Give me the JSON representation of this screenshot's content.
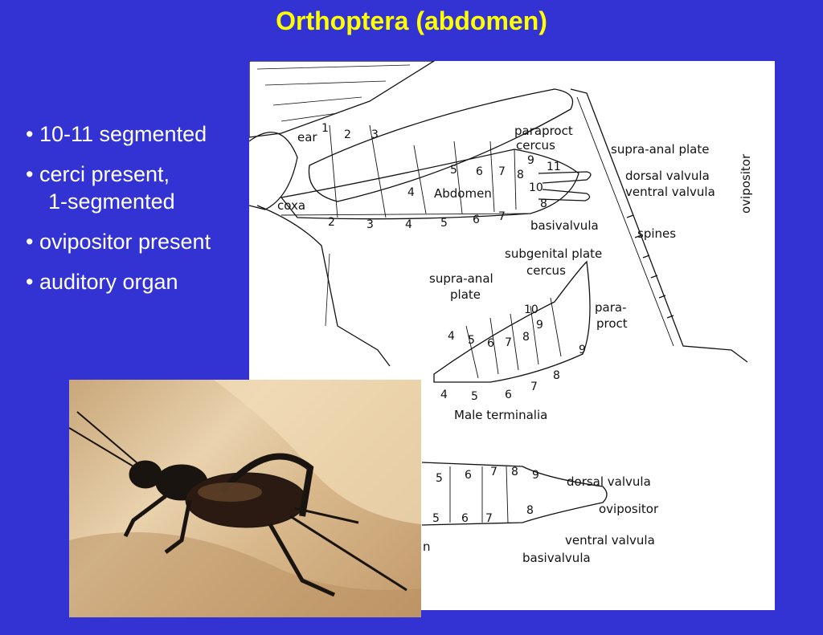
{
  "slide": {
    "title": "Orthoptera (abdomen)",
    "bullets": [
      {
        "line1": "• 10-11 segmented",
        "line2": ""
      },
      {
        "line1": "• cerci present,",
        "line2": "1-segmented"
      },
      {
        "line1": "• ovipositor present",
        "line2": ""
      },
      {
        "line1": "• auditory organ",
        "line2": ""
      }
    ]
  },
  "diagram": {
    "top": {
      "labels": {
        "ear": "ear",
        "coxa": "coxa",
        "abdomen": "Abdomen",
        "paraproct": "paraproct",
        "cercus": "cercus",
        "supra_anal_plate": "supra-anal plate",
        "dorsal_valvula": "dorsal valvula",
        "ventral_valvula": "ventral valvula",
        "ovipositor": "ovipositor",
        "basivalvula": "basivalvula",
        "spines": "spines"
      },
      "tergite_numbers": [
        "1",
        "2",
        "3",
        "4",
        "5",
        "6",
        "7",
        "8",
        "9",
        "10",
        "11"
      ],
      "sternite_numbers": [
        "2",
        "3",
        "4",
        "5",
        "6",
        "7",
        "8"
      ]
    },
    "male": {
      "labels": {
        "subgenital_plate": "subgenital plate",
        "cercus": "cercus",
        "supra_anal": "supra-anal",
        "plate": "plate",
        "para": "para-",
        "proct": "proct",
        "caption": "Male terminalia"
      },
      "tergite_numbers": [
        "4",
        "5",
        "6",
        "7",
        "8",
        "9",
        "10"
      ],
      "sternite_numbers": [
        "4",
        "5",
        "6",
        "7",
        "8",
        "9"
      ]
    },
    "female": {
      "labels": {
        "dorsal_valvula": "dorsal valvula",
        "ovipositor": "ovipositor",
        "ventral_valvula": "ventral valvula",
        "basivalvula": "basivalvula",
        "n": "n"
      },
      "tergite_numbers": [
        "5",
        "6",
        "7",
        "8",
        "9"
      ],
      "sternite_numbers": [
        "5",
        "6",
        "7",
        "8"
      ]
    }
  },
  "photo": {
    "subject": "cricket"
  }
}
